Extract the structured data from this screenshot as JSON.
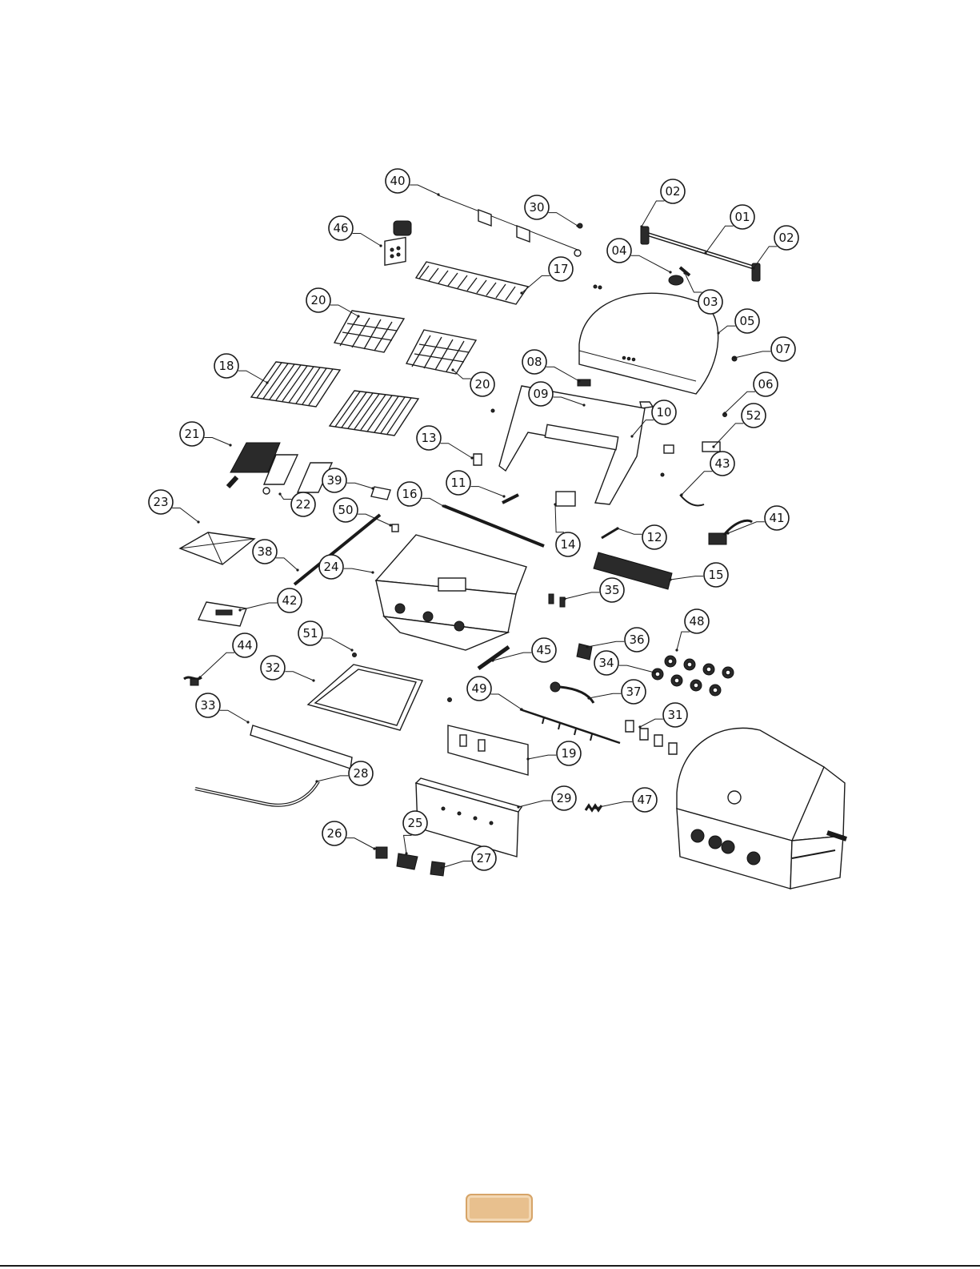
{
  "callouts": [
    {
      "label": "40"
    },
    {
      "label": "30"
    },
    {
      "label": "02"
    },
    {
      "label": "01"
    },
    {
      "label": "02"
    },
    {
      "label": "46"
    },
    {
      "label": "04"
    },
    {
      "label": "17"
    },
    {
      "label": "03"
    },
    {
      "label": "20"
    },
    {
      "label": "05"
    },
    {
      "label": "07"
    },
    {
      "label": "18"
    },
    {
      "label": "08"
    },
    {
      "label": "20"
    },
    {
      "label": "06"
    },
    {
      "label": "09"
    },
    {
      "label": "10"
    },
    {
      "label": "52"
    },
    {
      "label": "21"
    },
    {
      "label": "13"
    },
    {
      "label": "43"
    },
    {
      "label": "22"
    },
    {
      "label": "39"
    },
    {
      "label": "11"
    },
    {
      "label": "23"
    },
    {
      "label": "16"
    },
    {
      "label": "50"
    },
    {
      "label": "41"
    },
    {
      "label": "14"
    },
    {
      "label": "12"
    },
    {
      "label": "38"
    },
    {
      "label": "24"
    },
    {
      "label": "15"
    },
    {
      "label": "35"
    },
    {
      "label": "42"
    },
    {
      "label": "48"
    },
    {
      "label": "51"
    },
    {
      "label": "36"
    },
    {
      "label": "44"
    },
    {
      "label": "45"
    },
    {
      "label": "34"
    },
    {
      "label": "32"
    },
    {
      "label": "37"
    },
    {
      "label": "49"
    },
    {
      "label": "33"
    },
    {
      "label": "31"
    },
    {
      "label": "19"
    },
    {
      "label": "28"
    },
    {
      "label": "29"
    },
    {
      "label": "47"
    },
    {
      "label": "25"
    },
    {
      "label": "26"
    },
    {
      "label": "27"
    }
  ],
  "colors": {
    "line": "#1a1a1a",
    "page_badge_fill": "#e8c08e",
    "page_badge_border": "#d6a468"
  }
}
